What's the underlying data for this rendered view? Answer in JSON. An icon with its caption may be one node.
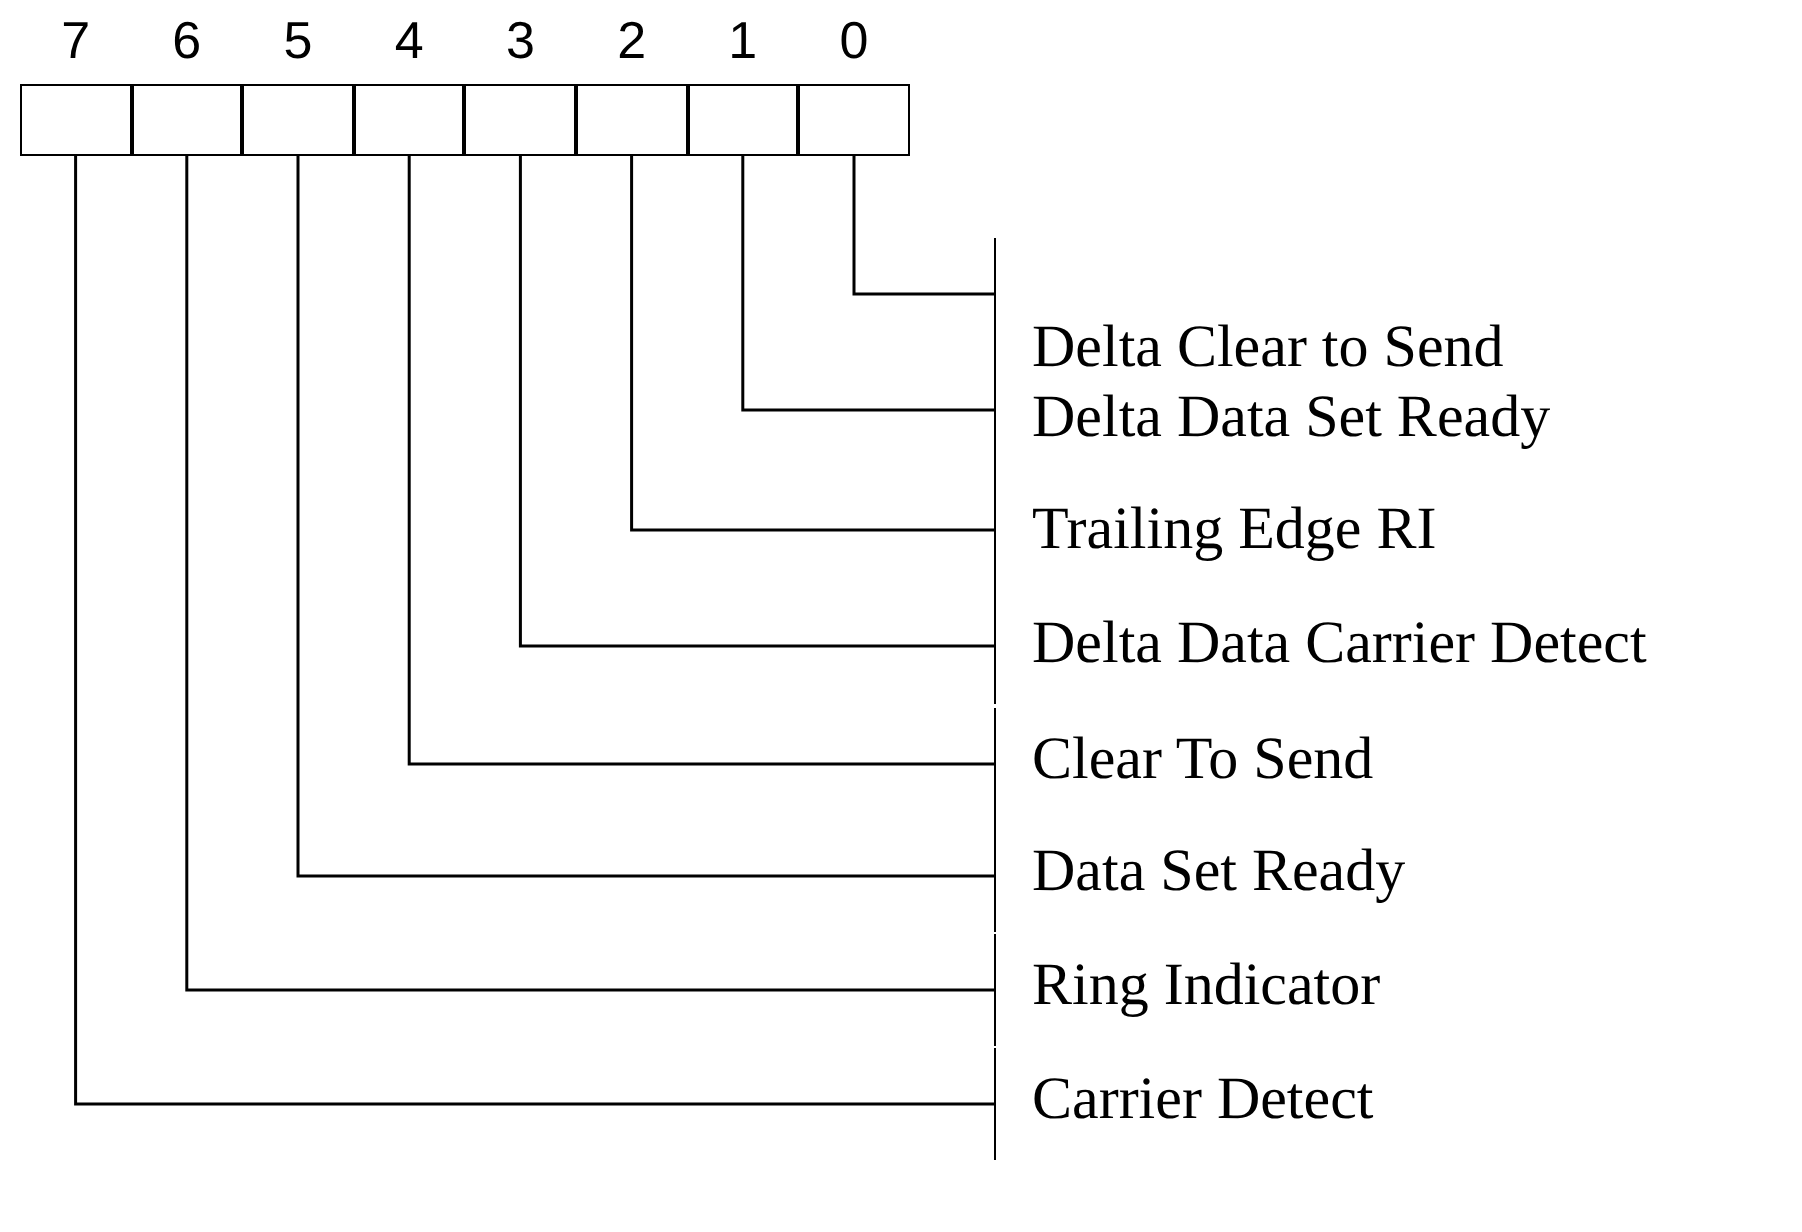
{
  "diagram": {
    "nodes": [
      {
        "text": [
          "7"
        ]
      },
      {
        "text": [
          "6"
        ]
      },
      {
        "text": [
          "5"
        ]
      },
      {
        "text": [
          "4"
        ]
      },
      {
        "text": [
          "3"
        ]
      },
      {
        "text": [
          "2"
        ]
      },
      {
        "text": [
          "1"
        ]
      },
      {
        "text": [
          "0"
        ]
      },
      {
        "text": [
          "Delta Clear to Send"
        ]
      },
      {
        "text": [
          "Delta Data Set Ready"
        ]
      },
      {
        "text": [
          "Trailing Edge RI"
        ]
      },
      {
        "text": [
          "Delta Data Carrier Detect"
        ]
      },
      {
        "text": [
          "Clear To Send"
        ]
      },
      {
        "text": [
          "Data Set Ready"
        ]
      },
      {
        "text": [
          "Ring Indicator"
        ]
      },
      {
        "text": [
          "Carrier Detect"
        ]
      }
    ],
    "edges": [
      {
        "from": 7,
        "to": 8,
        "arrow": "none"
      },
      {
        "from": 6,
        "to": 9,
        "arrow": "none"
      },
      {
        "from": 5,
        "to": 10,
        "arrow": "none"
      },
      {
        "from": 4,
        "to": 11,
        "arrow": "none"
      },
      {
        "from": 3,
        "to": 12,
        "arrow": "none"
      },
      {
        "from": 2,
        "to": 13,
        "arrow": "none"
      },
      {
        "from": 1,
        "to": 14,
        "arrow": "none"
      },
      {
        "from": 0,
        "to": 15,
        "arrow": "none"
      }
    ]
  }
}
